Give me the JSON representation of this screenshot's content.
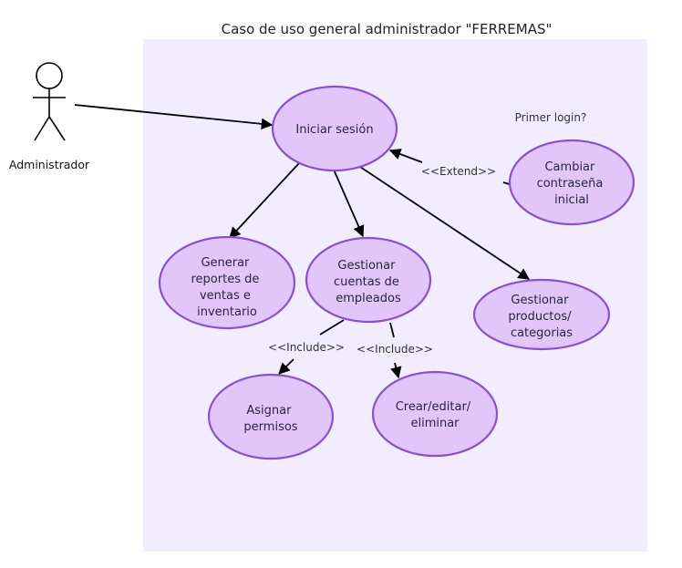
{
  "title": "Caso de uso general administrador \"FERREMAS\"",
  "actor": {
    "name": "Administrador"
  },
  "colors": {
    "system_bg": "#f2edfe",
    "usecase_fill": "#e2c6fa",
    "usecase_stroke": "#8a4fd3",
    "line": "#000000"
  },
  "use_cases": {
    "login": {
      "lines": [
        "Iniciar sesión"
      ]
    },
    "change_password": {
      "lines": [
        "Cambiar",
        "contraseña",
        "inicial"
      ]
    },
    "reports": {
      "lines": [
        "Generar",
        "reportes de",
        "ventas e",
        "inventario"
      ]
    },
    "accounts": {
      "lines": [
        "Gestionar",
        "cuentas de",
        "empleados"
      ]
    },
    "products": {
      "lines": [
        "Gestionar",
        "productos/",
        "categorias"
      ]
    },
    "permissions": {
      "lines": [
        "Asignar",
        "permisos"
      ]
    },
    "crud": {
      "lines": [
        "Crear/editar/",
        "eliminar"
      ]
    }
  },
  "relations": {
    "extend": "<<Extend>>",
    "include_left": "<<Include>>",
    "include_right": "<<Include>>",
    "condition": "Primer login?"
  }
}
